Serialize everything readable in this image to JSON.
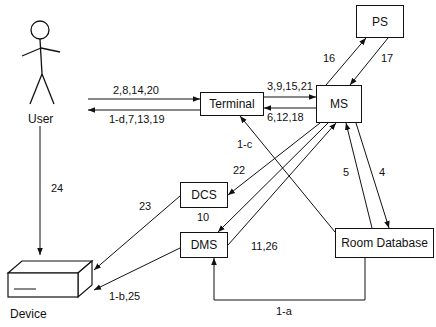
{
  "diagram": {
    "nodes": [
      {
        "text": [
          "User"
        ]
      },
      {
        "text": [
          "PS"
        ]
      },
      {
        "text": [
          "Terminal"
        ]
      },
      {
        "text": [
          "MS"
        ]
      },
      {
        "text": [
          "Room Database"
        ]
      },
      {
        "text": [
          "DCS"
        ]
      },
      {
        "text": [
          "DMS"
        ]
      },
      {
        "text": [
          "Device"
        ]
      }
    ],
    "edges": [
      {
        "from": 0,
        "to": 2,
        "arrow": "to",
        "label": "2,8,14,20"
      },
      {
        "from": 2,
        "to": 0,
        "arrow": "to",
        "label": "1-d,7,13,19"
      },
      {
        "from": 2,
        "to": 3,
        "arrow": "to",
        "label": "3,9,15,21"
      },
      {
        "from": 3,
        "to": 2,
        "arrow": "to",
        "label": "6,12,18"
      },
      {
        "from": 3,
        "to": 1,
        "arrow": "to",
        "label": "16"
      },
      {
        "from": 1,
        "to": 3,
        "arrow": "to",
        "label": "17"
      },
      {
        "from": 3,
        "to": 4,
        "arrow": "to",
        "label": "4"
      },
      {
        "from": 4,
        "to": 3,
        "arrow": "to",
        "label": "5"
      },
      {
        "from": 4,
        "to": 2,
        "arrow": "to",
        "label": "1-c"
      },
      {
        "from": 3,
        "to": 5,
        "arrow": "to",
        "label": "22"
      },
      {
        "from": 5,
        "to": 7,
        "arrow": "to",
        "label": "23"
      },
      {
        "from": 0,
        "to": 7,
        "arrow": "to",
        "label": "24"
      },
      {
        "from": 6,
        "to": 7,
        "arrow": "to",
        "label": "1-b,25"
      },
      {
        "from": 3,
        "to": 6,
        "arrow": "to",
        "label": "10"
      },
      {
        "from": 6,
        "to": 3,
        "arrow": "to",
        "label": "11,26"
      },
      {
        "from": 4,
        "to": 6,
        "arrow": "to",
        "label": "1-a"
      }
    ]
  }
}
